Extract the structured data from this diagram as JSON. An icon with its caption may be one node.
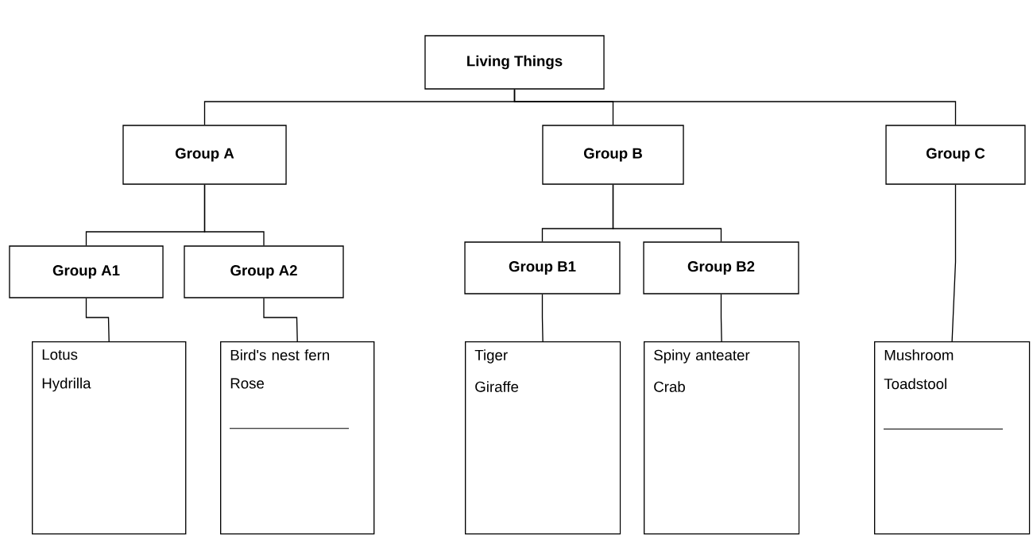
{
  "diagram": {
    "nodes": [
      {
        "text": [
          "Living Things"
        ]
      },
      {
        "text": [
          "Group A"
        ]
      },
      {
        "text": [
          "Group B"
        ]
      },
      {
        "text": [
          "Group C"
        ]
      },
      {
        "text": [
          "Group A1"
        ]
      },
      {
        "text": [
          "Group A2"
        ]
      },
      {
        "text": [
          "Group B1"
        ]
      },
      {
        "text": [
          "Group B2"
        ]
      },
      {
        "text": [
          "Lotus",
          "Hydrilla"
        ]
      },
      {
        "text": [
          "Bird's nest fern",
          "Rose"
        ]
      },
      {
        "text": [
          "Tiger",
          "Giraffe"
        ]
      },
      {
        "text": [
          "Spiny anteater",
          "Crab"
        ]
      },
      {
        "text": [
          "Mushroom",
          "Toadstool"
        ]
      }
    ],
    "edges": [
      {
        "from": 0,
        "to": 1,
        "arrow": "none"
      },
      {
        "from": 0,
        "to": 2,
        "arrow": "none"
      },
      {
        "from": 0,
        "to": 3,
        "arrow": "none"
      },
      {
        "from": 1,
        "to": 4,
        "arrow": "none"
      },
      {
        "from": 1,
        "to": 5,
        "arrow": "none"
      },
      {
        "from": 2,
        "to": 6,
        "arrow": "none"
      },
      {
        "from": 2,
        "to": 7,
        "arrow": "none"
      },
      {
        "from": 4,
        "to": 8,
        "arrow": "none"
      },
      {
        "from": 5,
        "to": 9,
        "arrow": "none"
      },
      {
        "from": 6,
        "to": 10,
        "arrow": "none"
      },
      {
        "from": 7,
        "to": 11,
        "arrow": "none"
      },
      {
        "from": 3,
        "to": 12,
        "arrow": "none"
      }
    ]
  }
}
